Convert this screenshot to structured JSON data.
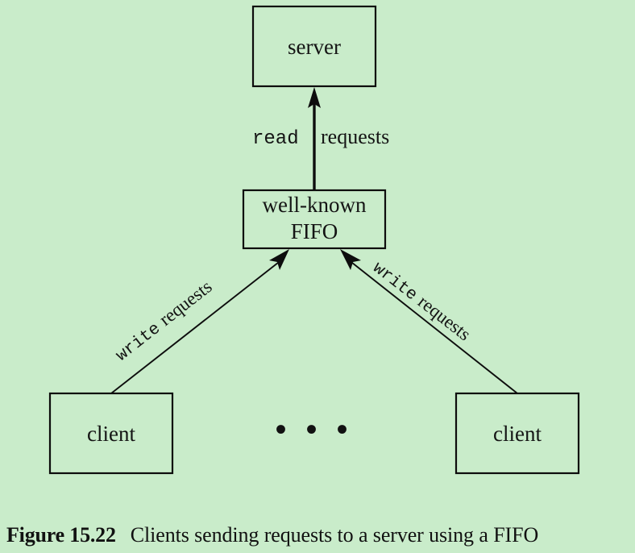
{
  "figure": {
    "background_color": "#c9ecca",
    "ink_color": "#0d0d0d",
    "caption_number": "Figure 15.22",
    "caption_text": "Clients sending requests to a server using a FIFO"
  },
  "nodes": {
    "server": {
      "label": "server"
    },
    "fifo": {
      "label_line1": "well-known",
      "label_line2": "FIFO"
    },
    "client_left": {
      "label": "client"
    },
    "client_right": {
      "label": "client"
    },
    "ellipsis": {
      "label": "• • •"
    }
  },
  "edges": {
    "read": {
      "verb": "read",
      "noun": "requests"
    },
    "write_left": {
      "verb": "write",
      "noun": "requests"
    },
    "write_right": {
      "verb": "write",
      "noun": "requests"
    }
  }
}
